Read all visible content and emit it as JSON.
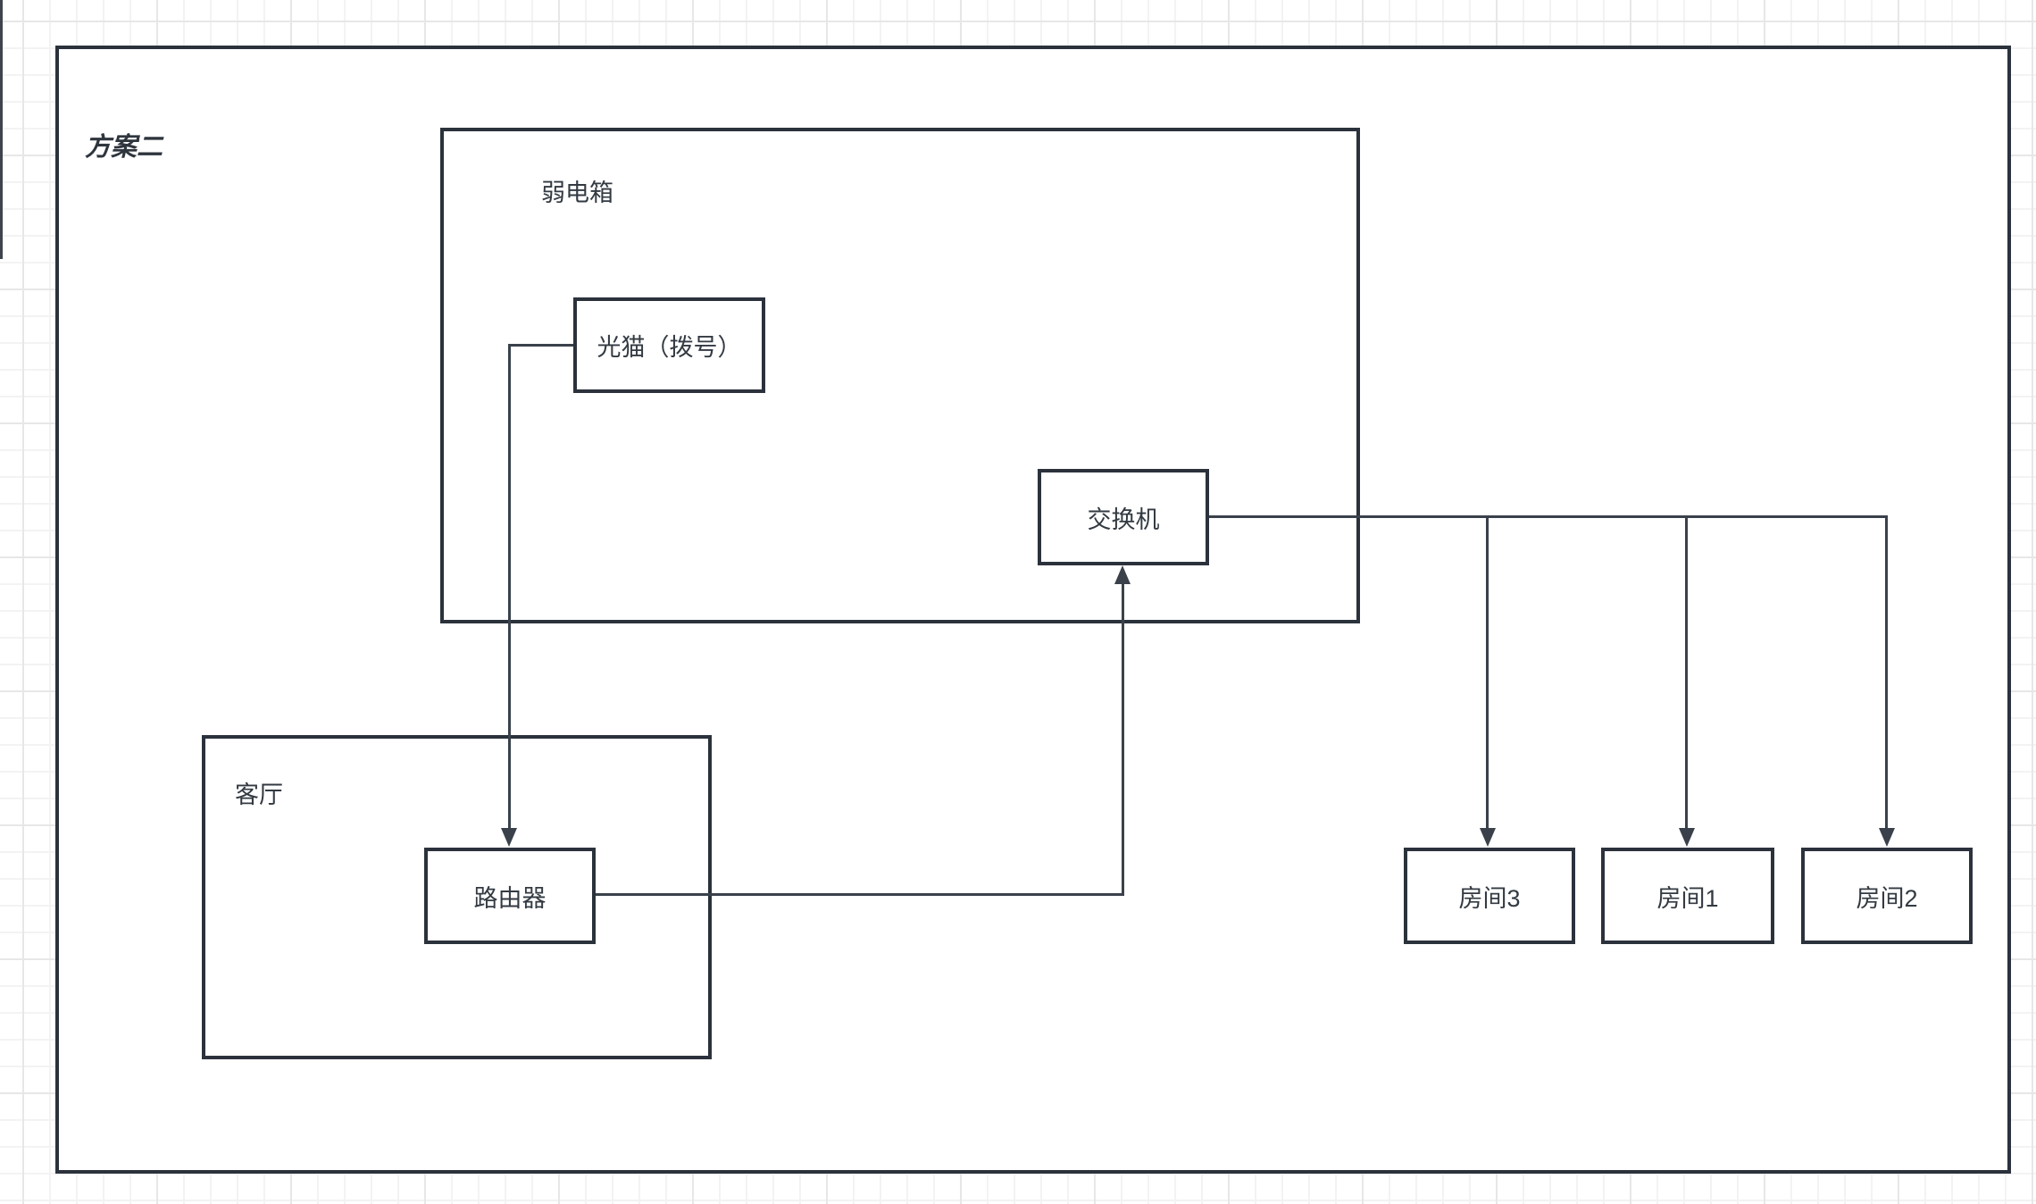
{
  "diagram": {
    "title": "方案二",
    "containers": {
      "weak_box": {
        "label": "弱电箱"
      },
      "living_room": {
        "label": "客厅"
      }
    },
    "nodes": {
      "modem": {
        "label": "光猫（拨号）"
      },
      "switch": {
        "label": "交换机"
      },
      "router": {
        "label": "路由器"
      },
      "room3": {
        "label": "房间3"
      },
      "room1": {
        "label": "房间1"
      },
      "room2": {
        "label": "房间2"
      }
    },
    "edges": [
      {
        "from": "光猫（拨号）",
        "to": "路由器",
        "arrow": "down"
      },
      {
        "from": "路由器",
        "to": "交换机",
        "arrow": "up"
      },
      {
        "from": "交换机",
        "to": "房间3",
        "arrow": "down"
      },
      {
        "from": "交换机",
        "to": "房间1",
        "arrow": "down"
      },
      {
        "from": "交换机",
        "to": "房间2",
        "arrow": "down"
      }
    ],
    "colors": {
      "stroke": "#2b323c",
      "connector": "#3a414b",
      "text": "#333a42",
      "background": "#ffffff",
      "grid_minor": "#f3f3f3",
      "grid_major": "#e7e7e7"
    }
  }
}
